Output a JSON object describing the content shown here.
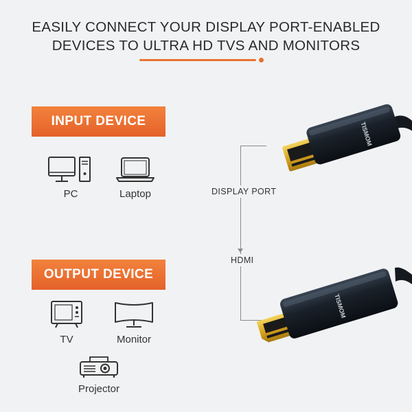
{
  "headline": {
    "line1": "EASILY CONNECT YOUR DISPLAY PORT-ENABLED",
    "line2": "DEVICES TO ULTRA HD TVS AND MONITORS"
  },
  "accent_color": "#e8722f",
  "input_section": {
    "title": "INPUT DEVICE",
    "devices": [
      {
        "label": "PC",
        "icon": "desktop-pc-icon"
      },
      {
        "label": "Laptop",
        "icon": "laptop-icon"
      }
    ]
  },
  "output_section": {
    "title": "OUTPUT DEVICE",
    "devices": [
      {
        "label": "TV",
        "icon": "tv-icon"
      },
      {
        "label": "Monitor",
        "icon": "curved-monitor-icon"
      },
      {
        "label": "Projector",
        "icon": "projector-icon"
      }
    ]
  },
  "connector": {
    "top_label": "DISPLAY PORT",
    "bottom_label": "HDMI",
    "brand_mark": "TISMOM"
  }
}
